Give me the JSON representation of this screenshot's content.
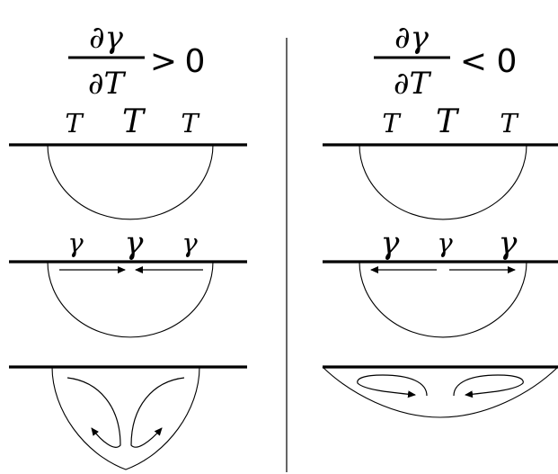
{
  "left": {
    "header": {
      "numerator": "∂γ",
      "denominator": "∂T",
      "relation": ">",
      "value": "0"
    },
    "temperature_labels": [
      "T",
      "T",
      "T"
    ],
    "tension_labels": [
      "γ",
      "γ",
      "γ"
    ]
  },
  "right": {
    "header": {
      "numerator": "∂γ",
      "denominator": "∂T",
      "relation": "<",
      "value": "0"
    },
    "temperature_labels": [
      "T",
      "T",
      "T"
    ],
    "tension_labels": [
      "γ",
      "γ",
      "γ"
    ]
  }
}
